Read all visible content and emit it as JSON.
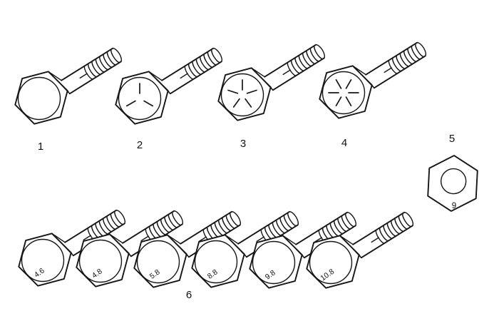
{
  "colors": {
    "background": "#ffffff",
    "line": "#161616",
    "text": "#111111"
  },
  "top_row": {
    "items": [
      {
        "label": "1",
        "icon": "hex-bolt-icon",
        "head_marking": "plain"
      },
      {
        "label": "2",
        "icon": "hex-bolt-icon",
        "head_marking": "3-radial-dashes"
      },
      {
        "label": "3",
        "icon": "hex-bolt-icon",
        "head_marking": "5-radial-dashes"
      },
      {
        "label": "4",
        "icon": "hex-bolt-icon",
        "head_marking": "6-radial-dashes"
      }
    ]
  },
  "nut": {
    "label": "5",
    "icon": "hex-nut-icon",
    "face_marking": "9"
  },
  "bottom_row": {
    "label": "6",
    "icon": "hex-bolt-icon",
    "grades": [
      "4.6",
      "4.8",
      "5.8",
      "8.8",
      "9.8",
      "10.8"
    ]
  }
}
